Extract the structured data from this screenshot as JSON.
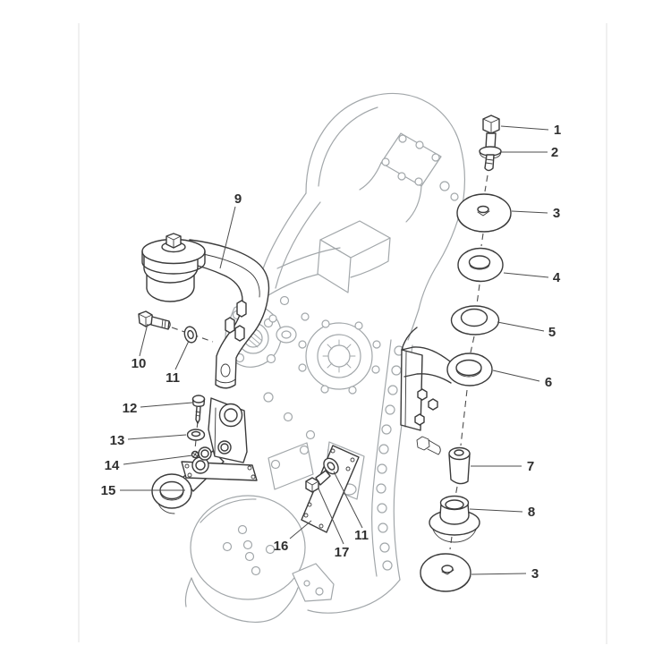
{
  "diagram": {
    "callouts": [
      {
        "label": "1"
      },
      {
        "label": "2"
      },
      {
        "label": "3"
      },
      {
        "label": "4"
      },
      {
        "label": "5"
      },
      {
        "label": "6"
      },
      {
        "label": "7"
      },
      {
        "label": "8"
      },
      {
        "label": "3"
      },
      {
        "label": "9"
      },
      {
        "label": "10"
      },
      {
        "label": "11"
      },
      {
        "label": "12"
      },
      {
        "label": "13"
      },
      {
        "label": "14"
      },
      {
        "label": "15"
      },
      {
        "label": "16"
      },
      {
        "label": "17"
      },
      {
        "label": "11"
      }
    ],
    "colors": {
      "background": "#ffffff",
      "part_line": "#3b3b3b",
      "body_line": "#a2a7aa",
      "leader_line": "#4d4d4d",
      "callout_text": "#2f2f2f",
      "page_edge": "#f0f0f0"
    }
  }
}
